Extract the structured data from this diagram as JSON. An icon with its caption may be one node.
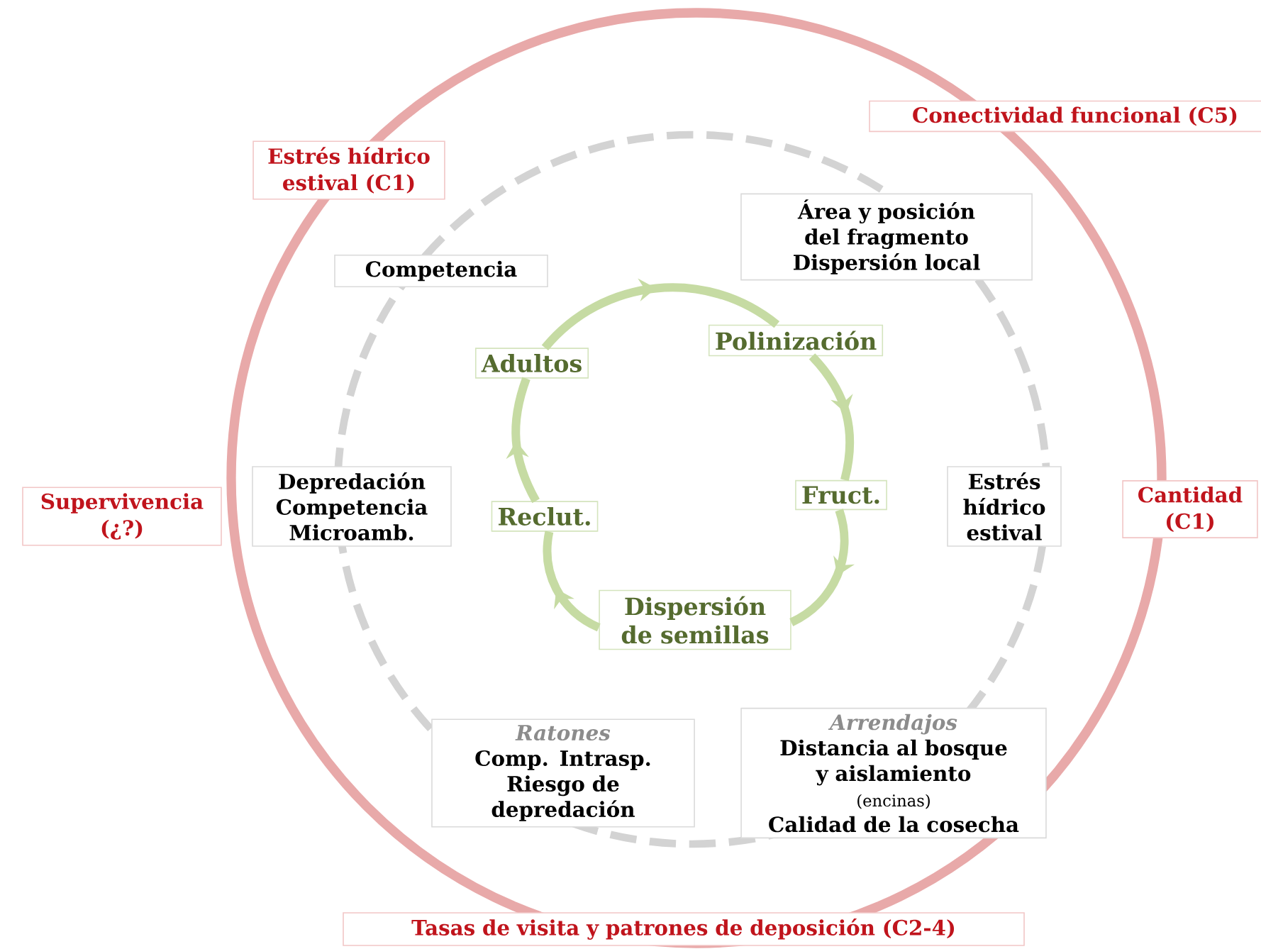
{
  "diagram": {
    "nodes": [
      {
        "text": [
          "Estrés hídrico estival (C1)"
        ]
      },
      {
        "text": [
          "Conectividad funcional (C5)"
        ]
      },
      {
        "text": [
          "Competencia"
        ]
      },
      {
        "text": [
          "Área y posición del fragmento",
          "Dispersión local"
        ]
      },
      {
        "text": [
          "Adultos"
        ]
      },
      {
        "text": [
          "Polinización"
        ]
      },
      {
        "text": [
          "Supervivencia (¿?)"
        ]
      },
      {
        "text": [
          "Depredación",
          "Competencia",
          "Microamb."
        ]
      },
      {
        "text": [
          "Reclut."
        ]
      },
      {
        "text": [
          "Fruct."
        ]
      },
      {
        "text": [
          "Estrés hídrico estival"
        ]
      },
      {
        "text": [
          "Cantidad (C1)"
        ]
      },
      {
        "text": [
          "Dispersión de semillas"
        ]
      },
      {
        "text": [
          "Ratones",
          "Comp. Intrasp.",
          "Riesgo de depredación"
        ]
      },
      {
        "text": [
          "Arrendajos",
          "Distancia al bosque y aislamiento",
          "(encinas)",
          "Calidad de la cosecha"
        ]
      },
      {
        "text": [
          "Tasas de visita y patrones de deposición (C2-4)"
        ]
      }
    ],
    "edges": [
      {
        "from": 4,
        "to": 5,
        "arrow": "to"
      },
      {
        "from": 5,
        "to": 9,
        "arrow": "to"
      },
      {
        "from": 9,
        "to": 12,
        "arrow": "to"
      },
      {
        "from": 12,
        "to": 8,
        "arrow": "to"
      },
      {
        "from": 8,
        "to": 4,
        "arrow": "to"
      }
    ]
  }
}
